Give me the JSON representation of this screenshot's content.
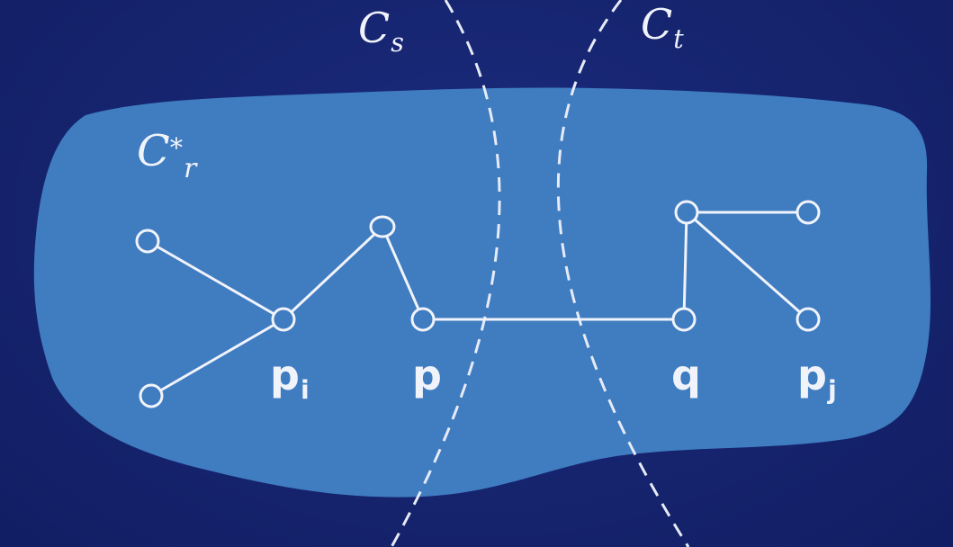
{
  "colors": {
    "background": "#16246f",
    "blob": "#3f7cc0",
    "lines": "#f1f3fb"
  },
  "labels": {
    "c_s": {
      "main": "C",
      "sub": "s"
    },
    "c_t": {
      "main": "C",
      "sub": "t"
    },
    "c_star_r": {
      "main": "C",
      "sup": "*",
      "sub": "r"
    },
    "p_i": {
      "main": "p",
      "sub": "i"
    },
    "p": "p",
    "q": "q",
    "p_j": {
      "main": "p",
      "sub": "j"
    }
  }
}
